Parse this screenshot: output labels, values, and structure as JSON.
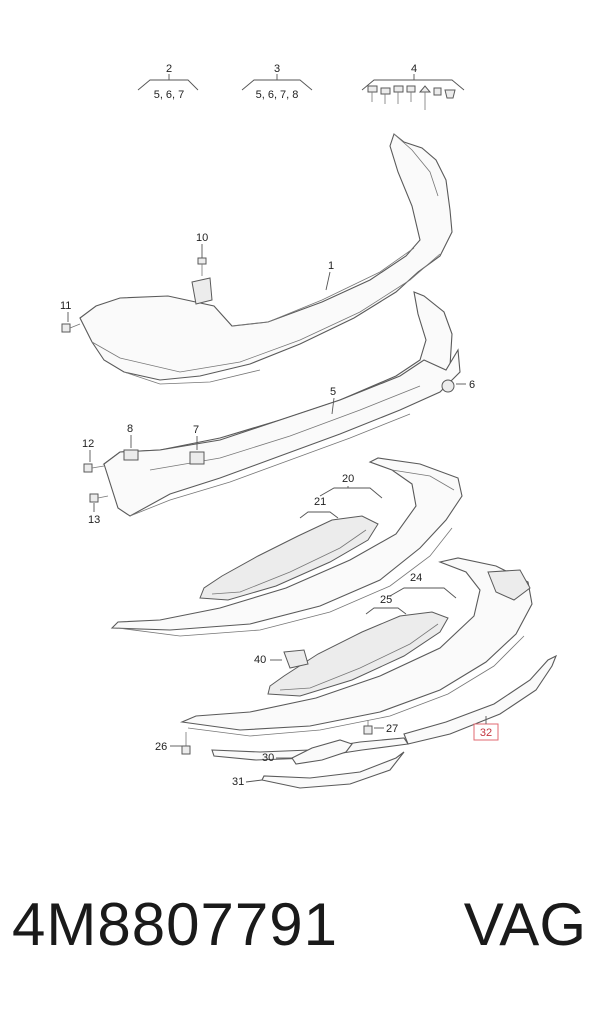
{
  "diagram": {
    "callouts": {
      "c2": "2",
      "c2_sub": "5, 6, 7",
      "c3": "3",
      "c3_sub": "5, 6, 7, 8",
      "c4": "4",
      "c1": "1",
      "c5": "5",
      "c6": "6",
      "c7": "7",
      "c8": "8",
      "c10": "10",
      "c11": "11",
      "c12": "12",
      "c13": "13",
      "c20": "20",
      "c21": "21",
      "c24": "24",
      "c25": "25",
      "c26": "26",
      "c27": "27",
      "c30": "30",
      "c31": "31",
      "c32": "32",
      "c40": "40"
    },
    "highlight_color": "#e06a72"
  },
  "footer": {
    "part_number": "4M8807791",
    "brand": "VAG"
  }
}
